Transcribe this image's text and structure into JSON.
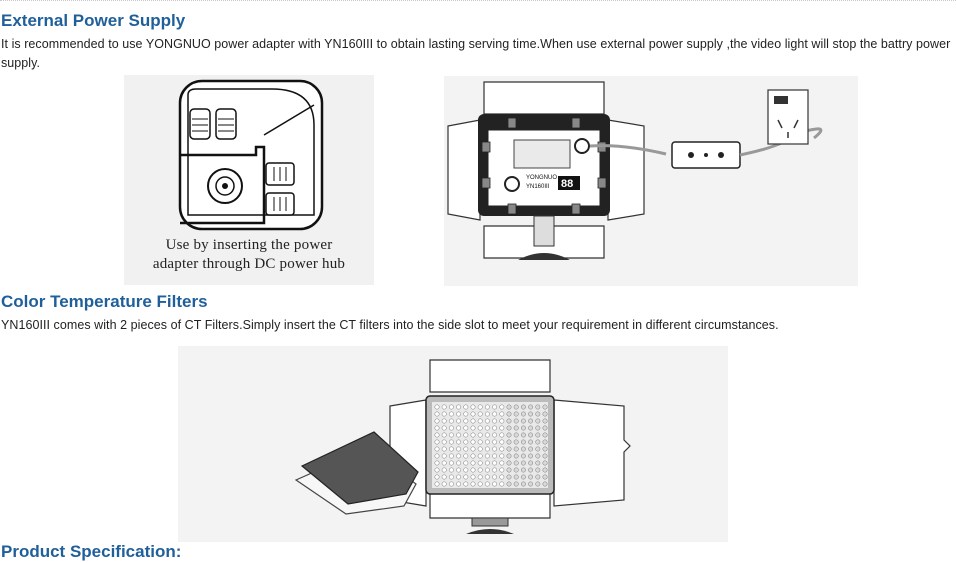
{
  "sections": [
    {
      "heading": "External Power Supply",
      "body": "It is recommended to use YONGNUO power adapter with YN160III to obtain lasting serving time.When use external power supply ,the video light will stop the battry power supply.",
      "figure_caption_line1": "Use by inserting the power",
      "figure_caption_line2": "adapter through DC power hub"
    },
    {
      "heading": "Color Temperature Filters",
      "body": "YN160III comes with 2 pieces of CT Filters.Simply insert the CT filters into the side slot to meet your requirement in different circumstances."
    },
    {
      "heading": "Product Specification:"
    }
  ],
  "device_label": "YONGNUO",
  "device_model": "YN160III",
  "display_digits": "88"
}
